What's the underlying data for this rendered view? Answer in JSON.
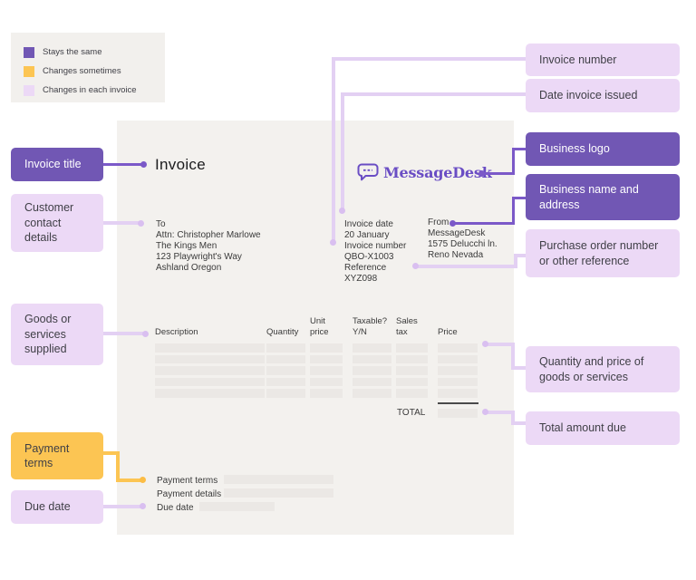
{
  "colors": {
    "purple": "#7157b4",
    "light_purple": "#ecd9f6",
    "yellow": "#fcc553",
    "purple_connector": "#7b59c8",
    "light_connector": "#e3d0f3",
    "paper": "#f3f1ee",
    "placeholder_bar": "#ebe8e5",
    "logo_purple": "#6a4dc4"
  },
  "legend": {
    "items": [
      {
        "label": "Stays the same",
        "variant": "purple"
      },
      {
        "label": "Changes sometimes",
        "variant": "yellow"
      },
      {
        "label": "Changes in each invoice",
        "variant": "light"
      }
    ]
  },
  "left_labels": {
    "invoice_title": "Invoice title",
    "customer": "Customer contact details",
    "goods": "Goods or services supplied",
    "payment": "Payment terms",
    "due": "Due date"
  },
  "right_labels": {
    "invoice_number": "Invoice number",
    "date_issued": "Date invoice issued",
    "business_logo": "Business logo",
    "business_name": "Business name and address",
    "purchase_order": "Purchase order number or other reference",
    "quantity_price": "Quantity and price of goods or services",
    "total_due": "Total amount due"
  },
  "invoice": {
    "title": "Invoice",
    "logo_text": "MessageDesk",
    "to": {
      "heading": "To",
      "lines": [
        "Attn: Christopher Marlowe",
        "The Kings Men",
        "123 Playwright's Way",
        "Ashland Oregon"
      ]
    },
    "meta": {
      "lines": [
        "Invoice date",
        "20 January",
        "Invoice number",
        "QBO-X1003",
        "Reference",
        "XYZ098"
      ]
    },
    "from": {
      "heading": "From",
      "lines": [
        "MessageDesk",
        "1575 Delucchi ln.",
        "Reno Nevada"
      ]
    },
    "table": {
      "headers": [
        "Description",
        "Quantity",
        "Unit price",
        "Taxable? Y/N",
        "Sales tax",
        "Price"
      ],
      "row_count": 5,
      "total_label": "TOTAL"
    },
    "footer": {
      "labels": [
        "Payment terms",
        "Payment details",
        "Due date"
      ]
    }
  }
}
